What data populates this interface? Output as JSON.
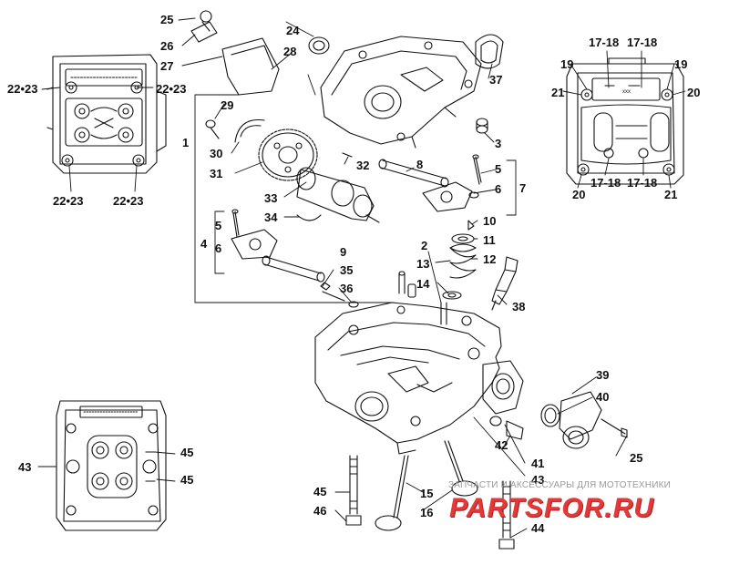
{
  "diagram": {
    "callouts": [
      "1",
      "2",
      "3",
      "4",
      "5",
      "5",
      "6",
      "6",
      "7",
      "8",
      "9",
      "10",
      "11",
      "12",
      "13",
      "14",
      "15",
      "16",
      "17-18",
      "17-18",
      "17-18",
      "17-18",
      "19",
      "19",
      "20",
      "20",
      "21",
      "21",
      "22•23",
      "22•23",
      "22•23",
      "22•23",
      "24",
      "25",
      "25",
      "26",
      "27",
      "28",
      "29",
      "30",
      "31",
      "32",
      "33",
      "34",
      "35",
      "36",
      "37",
      "38",
      "39",
      "40",
      "41",
      "42",
      "43",
      "43",
      "44",
      "45",
      "45",
      "45",
      "46"
    ]
  },
  "watermark": {
    "caption": "ЗАПЧАСТИ И АКСЕССУАРЫ ДЛЯ МОТОТЕХНИКИ",
    "logo": "PARTSFOR.RU"
  }
}
